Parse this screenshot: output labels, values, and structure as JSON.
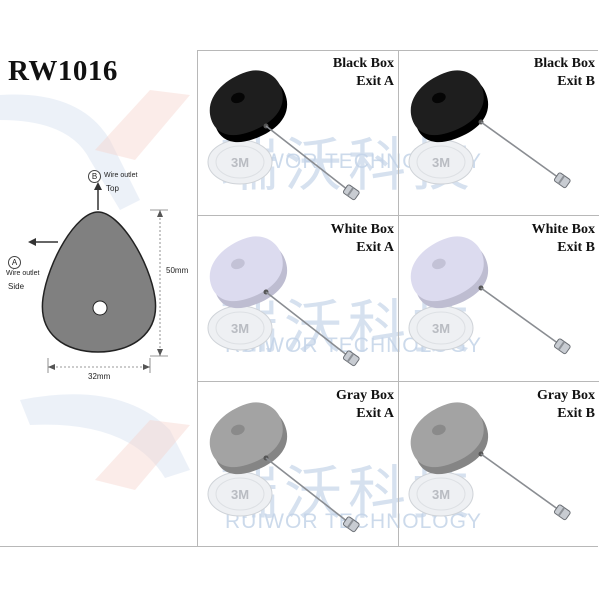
{
  "title": "RW1016",
  "diagram": {
    "outlet_b": {
      "badge": "B",
      "label": "Wire outlet",
      "position": "Top"
    },
    "outlet_a": {
      "badge": "A",
      "label": "Wire outlet",
      "position": "Side"
    },
    "height": "50mm",
    "width": "32mm"
  },
  "watermark": {
    "cjk": "瑞沃科技",
    "en": "RUIWOR TECHNOLOGY"
  },
  "products": [
    {
      "line1": "Black Box",
      "line2": "Exit A",
      "color": "#1e1e1e",
      "exit": "A"
    },
    {
      "line1": "Black Box",
      "line2": "Exit B",
      "color": "#1e1e1e",
      "exit": "B"
    },
    {
      "line1": "White Box",
      "line2": "Exit A",
      "color": "#dcdbef",
      "exit": "A"
    },
    {
      "line1": "White Box",
      "line2": "Exit B",
      "color": "#dcdbef",
      "exit": "B"
    },
    {
      "line1": "Gray  Box",
      "line2": "Exit A",
      "color": "#a3a3a3",
      "exit": "A"
    },
    {
      "line1": "Gray  Box",
      "line2": "Exit B",
      "color": "#a3a3a3",
      "exit": "B"
    }
  ],
  "adhesive_label": "3M"
}
